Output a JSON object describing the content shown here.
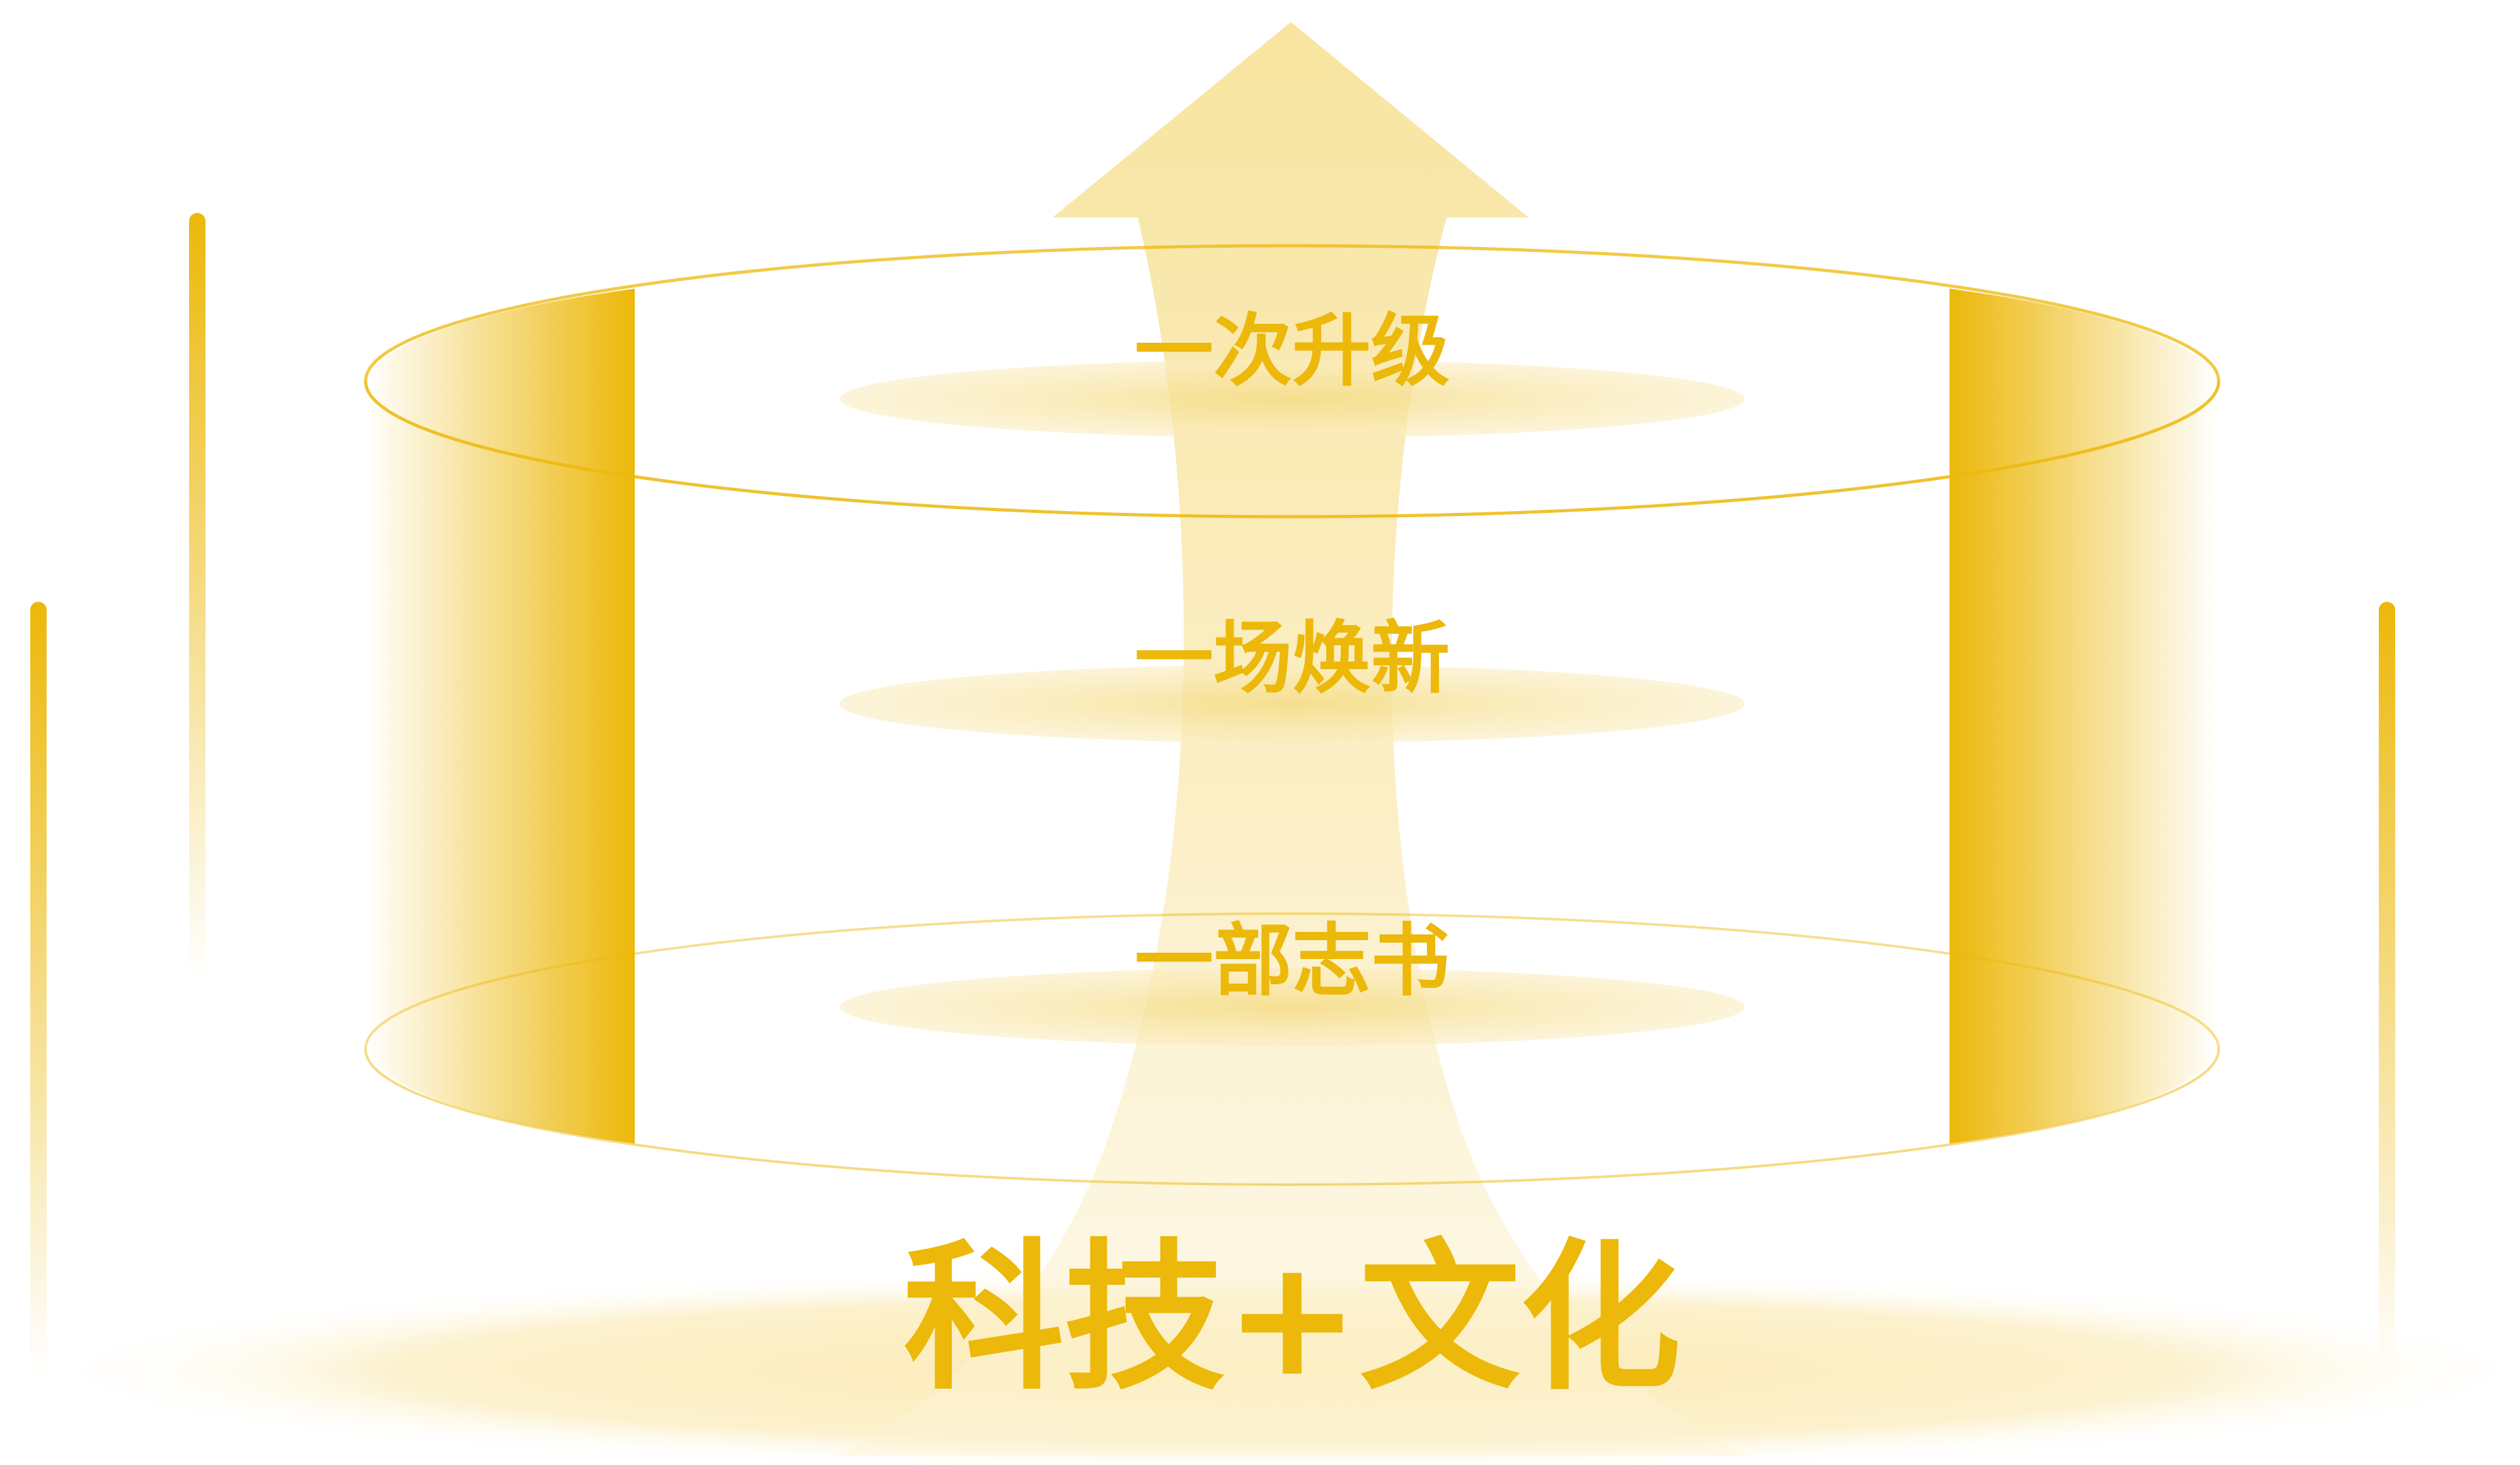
{
  "diagram": {
    "layers": [
      {
        "label": "一次升级"
      },
      {
        "label": "一场焕新"
      },
      {
        "label": "一部志书"
      }
    ],
    "base_label": "科技+文化"
  },
  "colors": {
    "accent": "#ECB80A",
    "light": "#F8E6A6",
    "pale": "#FDF5D8",
    "background": "#FFFFFF"
  }
}
